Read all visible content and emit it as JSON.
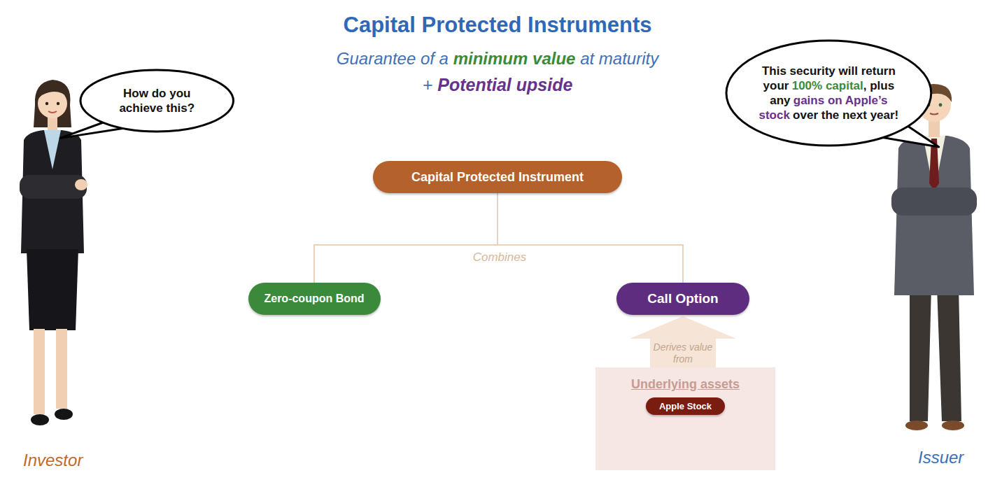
{
  "diagram": {
    "title": "Capital Protected Instruments",
    "nodes": [
      {
        "text": [
          "How do you achieve this?"
        ]
      },
      {
        "text": [
          "This security will return your",
          "100% capital",
          ", plus any",
          "gains on Apple’s stock",
          "over the next year!"
        ]
      },
      {
        "text": [
          "Capital Protected Instrument"
        ]
      },
      {
        "text": [
          "Zero-coupon Bond"
        ]
      },
      {
        "text": [
          "Call Option"
        ]
      },
      {
        "text": [
          "Underlying assets"
        ]
      },
      {
        "text": [
          "Apple Stock"
        ],
        "in": 5
      }
    ],
    "edges": [
      {
        "from": 2,
        "to": 3,
        "arrow": "none"
      },
      {
        "from": 2,
        "to": 4,
        "arrow": "none"
      },
      {
        "from": 5,
        "to": 4,
        "label": "Derives value from",
        "arrow": "to"
      }
    ],
    "labels": [
      "Guarantee of a",
      "minimum value",
      "at maturity",
      "+",
      "Potential upside",
      "Combines",
      "Investor",
      "Issuer"
    ]
  }
}
